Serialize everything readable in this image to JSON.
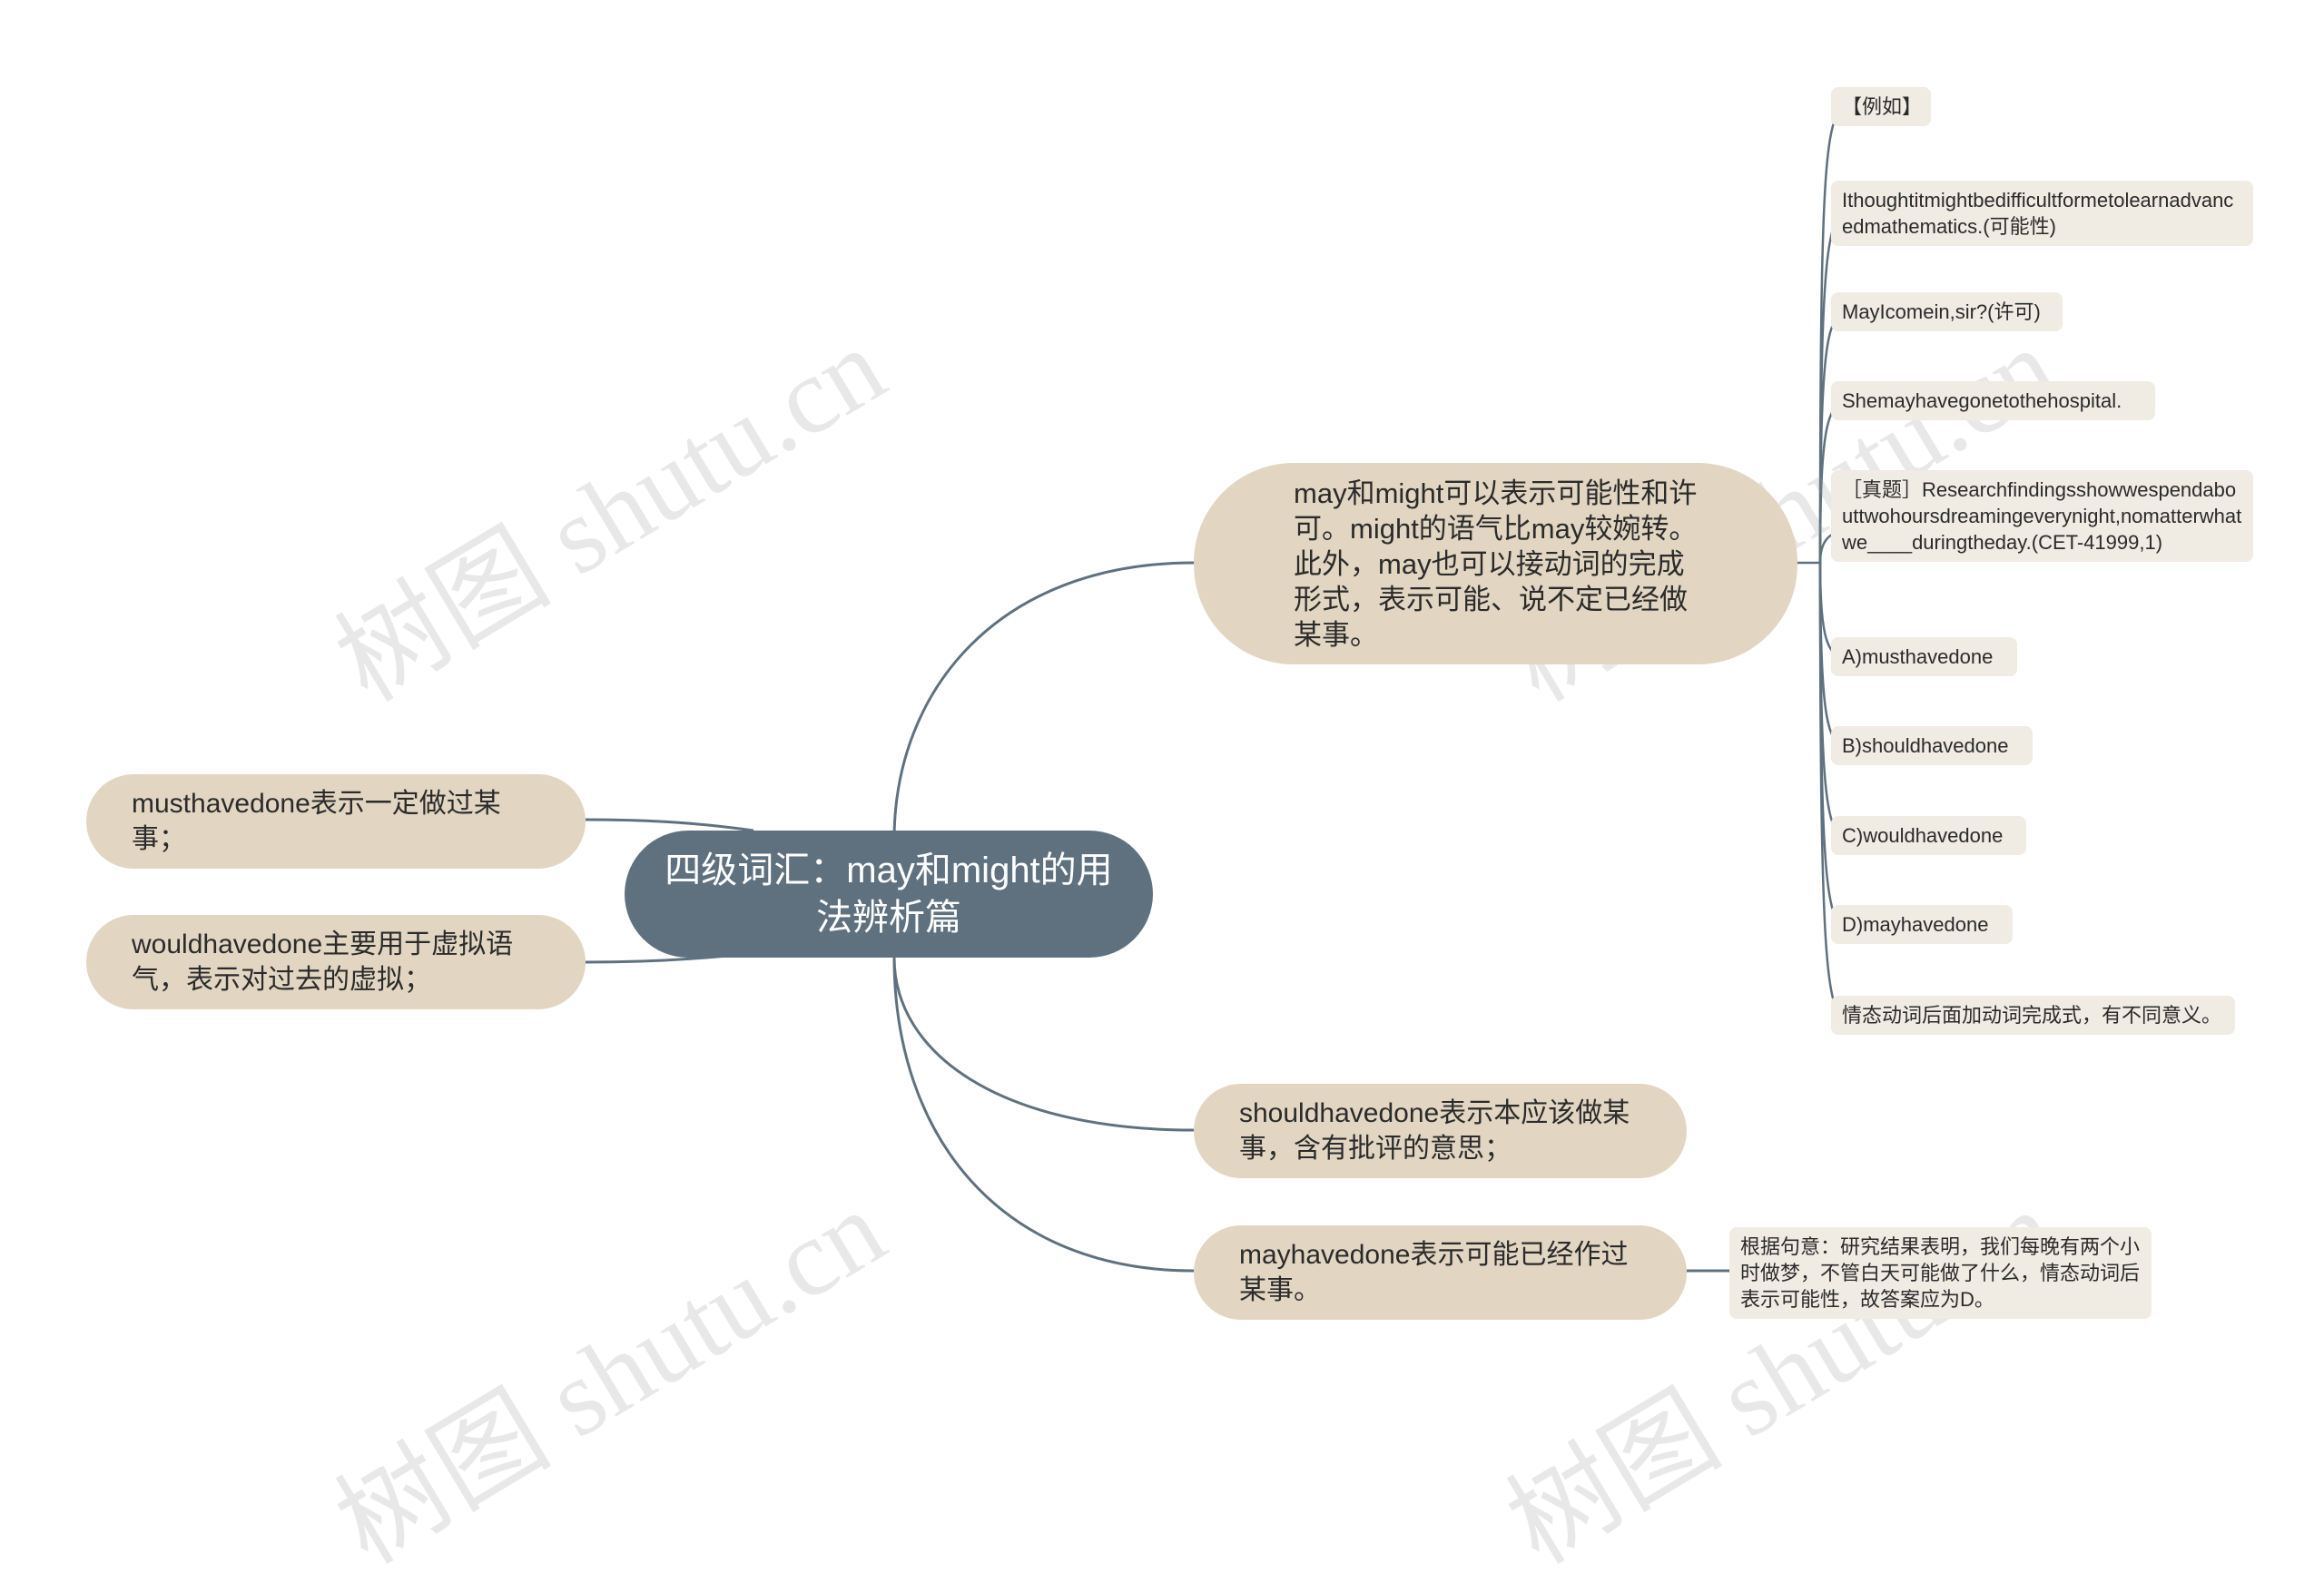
{
  "root": {
    "title": "四级词汇：may和might的用法辨析篇"
  },
  "branches": {
    "may_might": "may和might可以表示可能性和许可。might的语气比may较婉转。此外，may也可以接动词的完成形式，表示可能、说不定已经做某事。",
    "must": "musthavedone表示一定做过某事；",
    "would": "wouldhavedone主要用于虚拟语气，表示对过去的虚拟；",
    "should": "shouldhavedone表示本应该做某事，含有批评的意思；",
    "may_have": "mayhavedone表示可能已经作过某事。"
  },
  "details": [
    "【例如】",
    "Ithoughtitmightbedifficultformetolearnadvancedmathematics.(可能性)",
    "MayIcomein,sir?(许可)",
    "Shemayhavegonetothehospital.",
    "［真题］Researchfindingsshowwespendabouttwohoursdreamingeverynight,nomatterwhatwe____duringtheday.(CET-41999,1)",
    "A)musthavedone",
    "B)shouldhavedone",
    "C)wouldhavedone",
    "D)mayhavedone",
    "情态动词后面加动词完成式，有不同意义。"
  ],
  "explanation": "根据句意：研究结果表明，我们每晚有两个小时做梦，不管白天可能做了什么，情态动词后表示可能性，故答案应为D。",
  "watermark": "树图 shutu.cn",
  "colors": {
    "root": "#5f717e",
    "main": "#e2d6c3",
    "leaf": "#f0ebe3",
    "line": "#5f717e"
  }
}
